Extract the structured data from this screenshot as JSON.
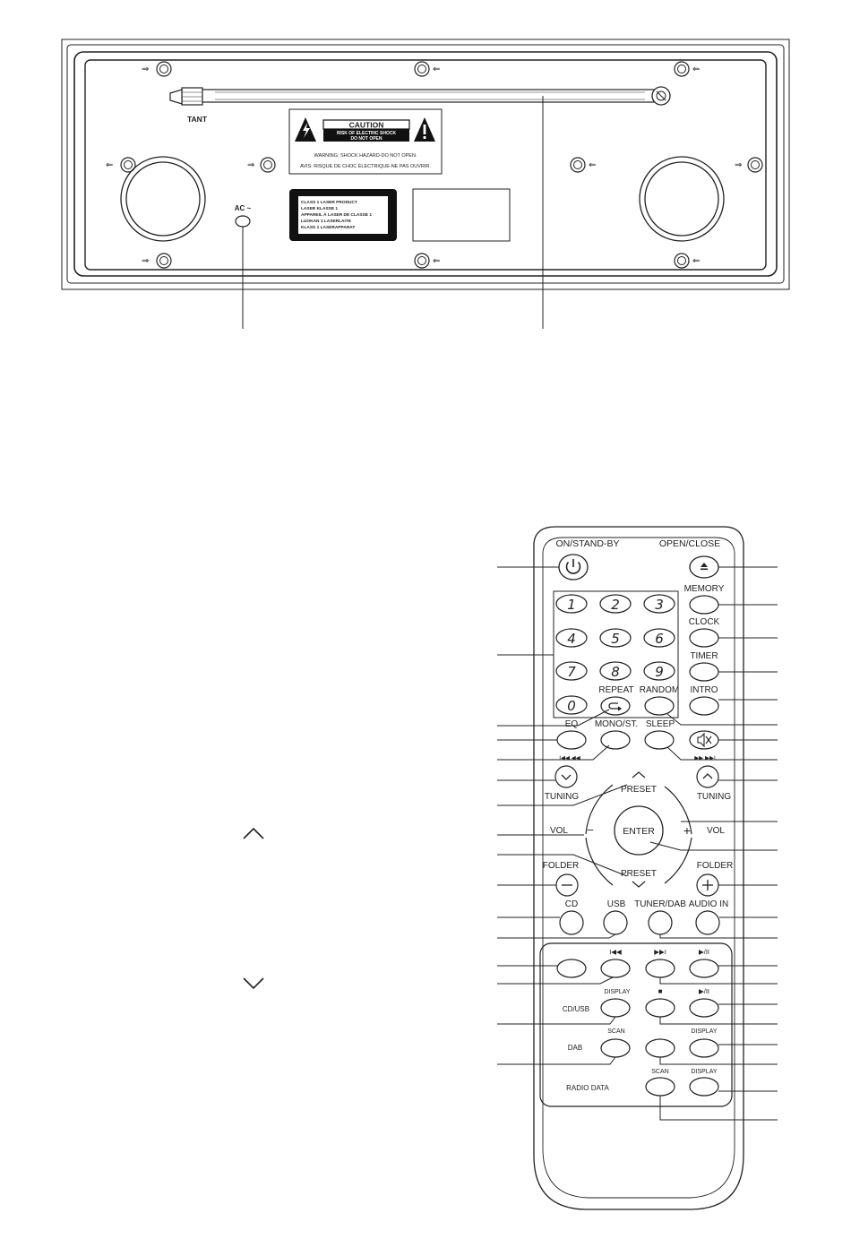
{
  "back_panel": {
    "antenna_label": "TANT",
    "ac_label": "AC ~",
    "caution": {
      "title": "CAUTION",
      "line1": "RISK OF ELECTRIC SHOCK",
      "line2": "DO NOT OPEN",
      "warning": "WARNING: SHOCK HAZARD-DO NOT OPEN.",
      "avis": "AVIS: RISQUE DE CHOC ÉLECTRIQUE-NE PAS OUVRIR."
    },
    "laser_lines": [
      "CLASS 1 LASER PRODUCT",
      "LASER KLASSE 1",
      "APPAREIL À LASER DE CLASSE 1",
      "LUOKAN 1 LASERLAITE",
      "KLASS 1 LASERAPPARAT"
    ]
  },
  "remote": {
    "labels": {
      "on_standby": "ON/STAND-BY",
      "open_close": "OPEN/CLOSE",
      "memory": "MEMORY",
      "clock": "CLOCK",
      "timer": "TIMER",
      "intro": "INTRO",
      "repeat": "REPEAT",
      "random": "RANDOM",
      "eq": "EQ",
      "mono_st": "MONO/ST.",
      "sleep": "SLEEP",
      "tuning_left": "TUNING",
      "tuning_right": "TUNING",
      "preset_up": "PRESET",
      "preset_down": "PRESET",
      "vol_left": "VOL",
      "vol_right": "VOL",
      "enter": "ENTER",
      "folder_left": "FOLDER",
      "folder_right": "FOLDER",
      "cd": "CD",
      "usb": "USB",
      "tuner_dab": "TUNER/DAB",
      "audio_in": "AUDIO IN",
      "display_1": "DISPLAY",
      "cd_usb": "CD/USB",
      "scan_1": "SCAN",
      "display_2": "DISPLAY",
      "dab": "DAB",
      "scan_2": "SCAN",
      "display_3": "DISPLAY",
      "radio_data": "RADIO DATA"
    },
    "digits": [
      "1",
      "2",
      "3",
      "4",
      "5",
      "6",
      "7",
      "8",
      "9",
      "0"
    ],
    "glyphs": {
      "minus": "−",
      "plus": "+",
      "prev": "I◀◀",
      "next": "▶▶I",
      "play_pause": "▶/II",
      "stop": "■",
      "rewind": "I◀◀ ◀◀",
      "forward": "▶▶ ▶▶I"
    }
  },
  "icons": [
    "power-icon",
    "eject-icon",
    "repeat-icon",
    "mute-icon",
    "chevron-up-icon",
    "chevron-down-icon",
    "warning-triangle-icon",
    "screw-icon",
    "arrow-icon"
  ]
}
